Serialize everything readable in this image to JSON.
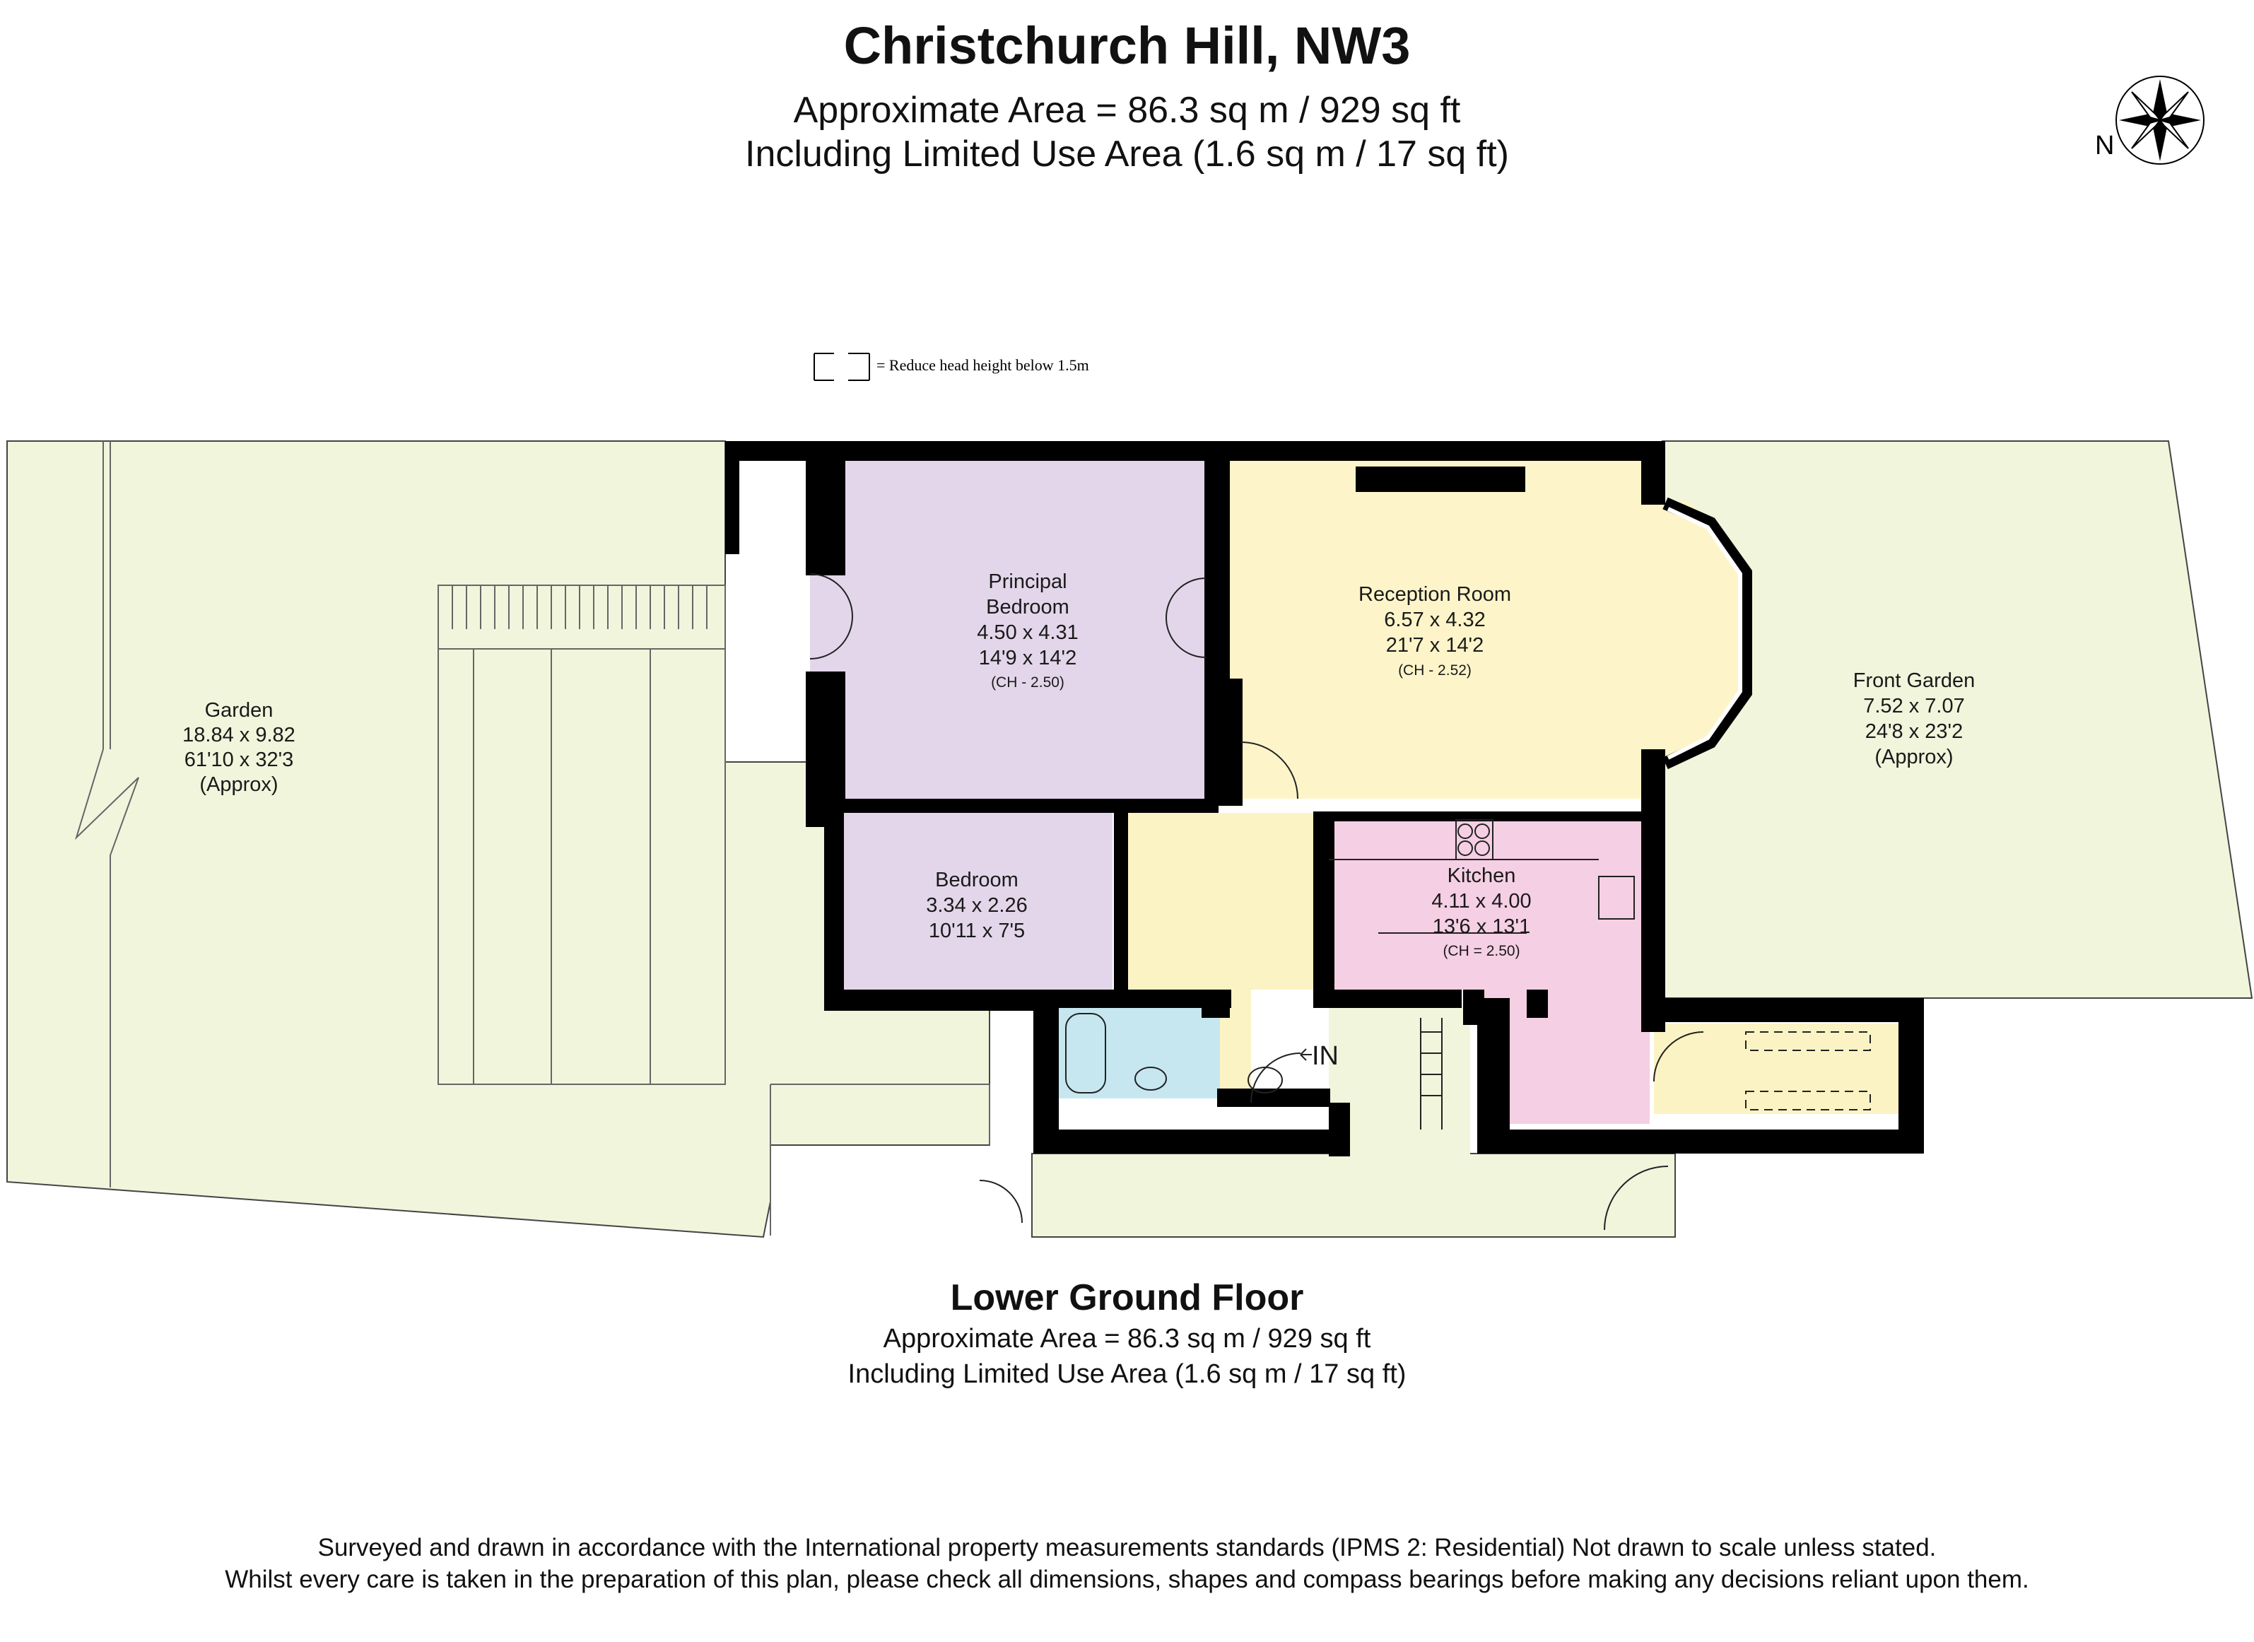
{
  "header": {
    "title": "Christchurch Hill, NW3",
    "area_line": "Approximate Area = 86.3 sq m / 929 sq ft",
    "limited_use_line": "Including Limited Use Area (1.6 sq m / 17 sq ft)"
  },
  "compass": {
    "label": "N",
    "icon": "compass-rose-icon"
  },
  "legend": {
    "text": "= Reduce head height below 1.5m",
    "icon": "dashed-box-icon"
  },
  "colors": {
    "garden": "#f0f5dc",
    "bedroom": "#e3d6ea",
    "reception": "#fdf5c9",
    "kitchen": "#f5cfe3",
    "bathroom": "#c6e7f0",
    "hall": "#fcf3c4",
    "wall": "#000000"
  },
  "rooms": {
    "garden": {
      "name": "Garden",
      "metric": "18.84 x 9.82",
      "imperial": "61'10 x 32'3",
      "note": "(Approx)"
    },
    "principal_bedroom": {
      "name_line1": "Principal",
      "name_line2": "Bedroom",
      "metric": "4.50 x 4.31",
      "imperial": "14'9 x 14'2",
      "ceiling": "(CH - 2.50)"
    },
    "reception_room": {
      "name": "Reception Room",
      "metric": "6.57 x 4.32",
      "imperial": "21'7 x 14'2",
      "ceiling": "(CH - 2.52)"
    },
    "front_garden": {
      "name": "Front Garden",
      "metric": "7.52 x 7.07",
      "imperial": "24'8 x 23'2",
      "note": "(Approx)"
    },
    "bedroom": {
      "name": "Bedroom",
      "metric": "3.34 x 2.26",
      "imperial": "10'11 x 7'5"
    },
    "kitchen": {
      "name": "Kitchen",
      "metric": "4.11 x 4.00",
      "imperial": "13'6 x 13'1",
      "ceiling": "(CH = 2.50)"
    }
  },
  "entrance_label": "IN",
  "floor": {
    "name": "Lower Ground Floor",
    "area_line": "Approximate Area = 86.3 sq m / 929 sq ft",
    "limited_use_line": "Including Limited Use Area (1.6 sq m / 17 sq ft)"
  },
  "disclaimer": {
    "line1": "Surveyed and drawn in accordance with the International property measurements standards (IPMS 2: Residential) Not drawn to scale unless stated.",
    "line2": "Whilst every care is taken in the preparation of this plan, please check all dimensions, shapes and compass bearings before making any decisions reliant upon them."
  }
}
